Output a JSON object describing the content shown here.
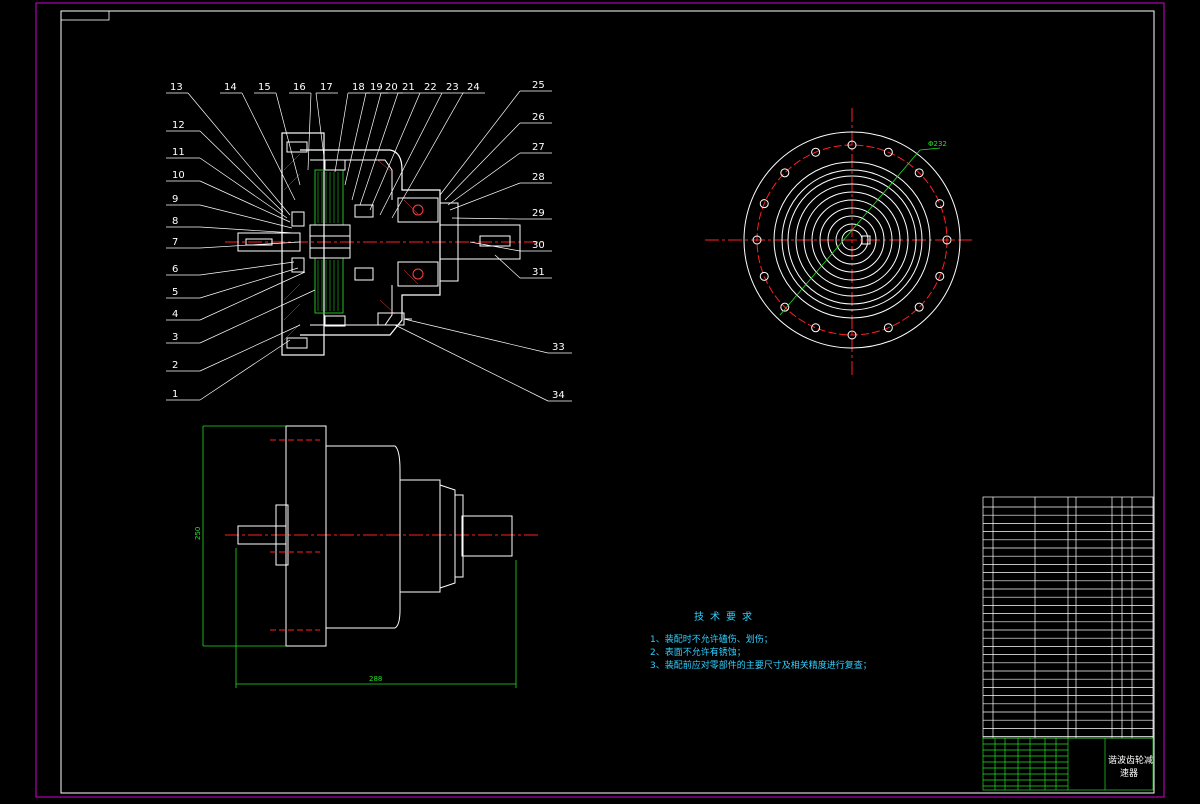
{
  "colors": {
    "frame": "#d400d4",
    "line": "#ffffff",
    "center": "#ff2020",
    "dim": "#20e020",
    "text": "#2fd0ff",
    "hatch": "#ff4040",
    "gear": "#20c020"
  },
  "balloons": {
    "top": [
      "13",
      "14",
      "15",
      "16",
      "17",
      "18",
      "19",
      "20",
      "21",
      "22",
      "23",
      "24"
    ],
    "left": [
      "12",
      "11",
      "10",
      "9",
      "8",
      "7",
      "6",
      "5",
      "4",
      "3",
      "2",
      "1"
    ],
    "right": [
      "25",
      "26",
      "27",
      "28",
      "29",
      "30",
      "31"
    ],
    "bottom": [
      "33",
      "34"
    ]
  },
  "dimensions": {
    "height": "250",
    "length": "288",
    "pcd": "Φ232"
  },
  "tech": {
    "title": "技术要求",
    "notes": [
      "1、装配时不允许磕伤、划伤；",
      "2、表面不允许有锈蚀；",
      "3、装配前应对零部件的主要尺寸及相关精度进行复查；"
    ]
  },
  "titleblock": {
    "name_line1": "谐波齿轮减",
    "name_line2": "速器"
  }
}
